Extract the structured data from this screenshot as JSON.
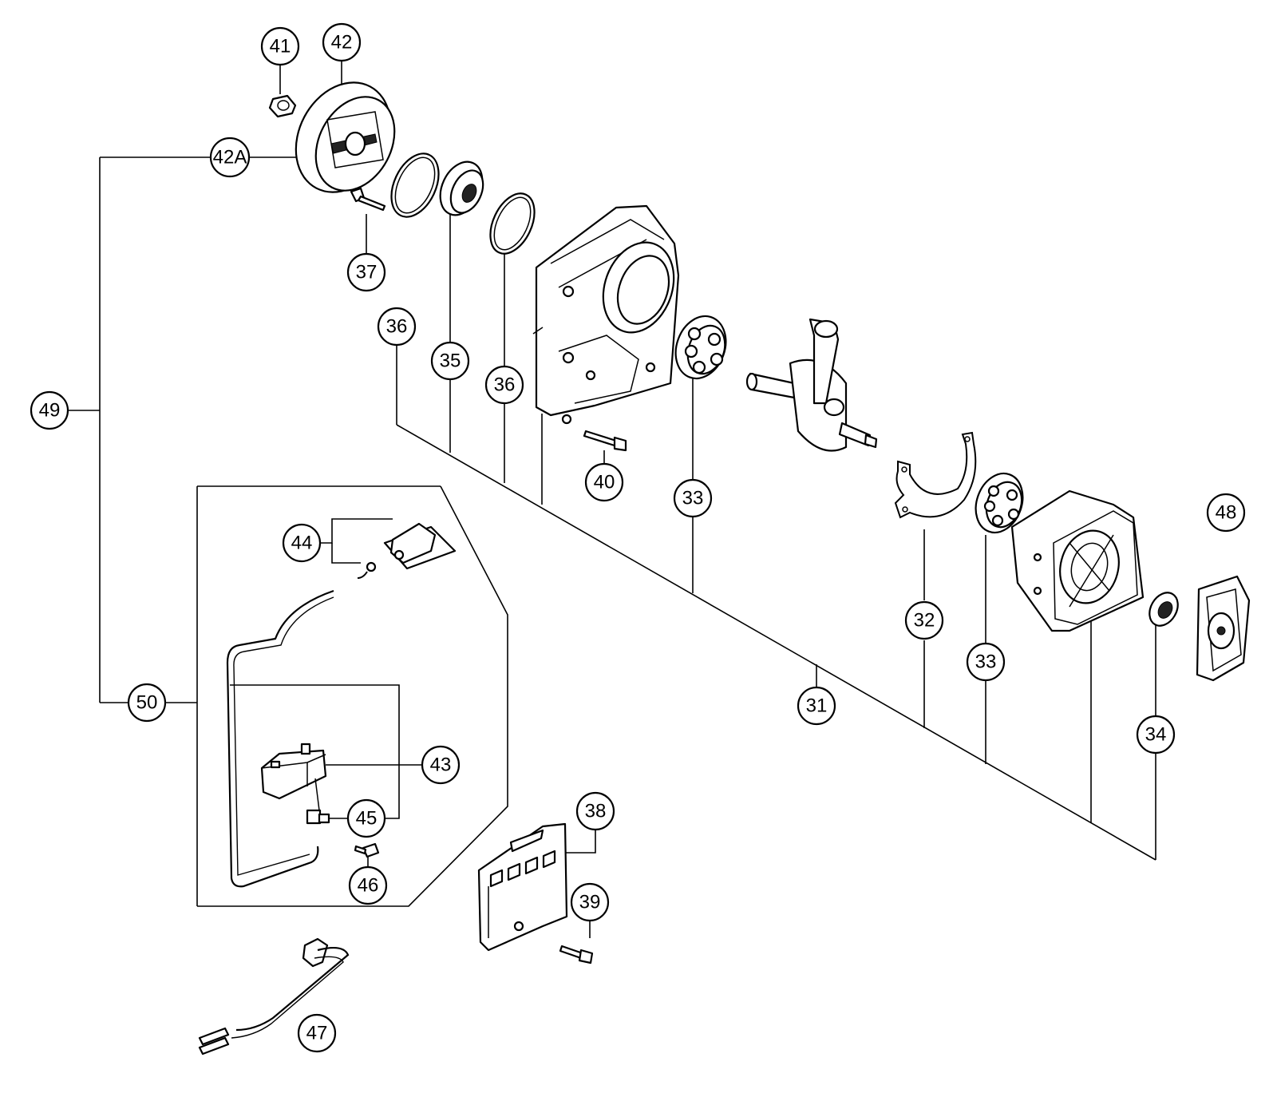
{
  "callouts": [
    {
      "id": "41",
      "label": "41"
    },
    {
      "id": "42",
      "label": "42"
    },
    {
      "id": "42A",
      "label": "42A"
    },
    {
      "id": "37",
      "label": "37"
    },
    {
      "id": "36a",
      "label": "36"
    },
    {
      "id": "35",
      "label": "35"
    },
    {
      "id": "36b",
      "label": "36"
    },
    {
      "id": "49",
      "label": "49"
    },
    {
      "id": "40",
      "label": "40"
    },
    {
      "id": "33a",
      "label": "33"
    },
    {
      "id": "44",
      "label": "44"
    },
    {
      "id": "48",
      "label": "48"
    },
    {
      "id": "32",
      "label": "32"
    },
    {
      "id": "33b",
      "label": "33"
    },
    {
      "id": "31",
      "label": "31"
    },
    {
      "id": "50",
      "label": "50"
    },
    {
      "id": "34",
      "label": "34"
    },
    {
      "id": "43",
      "label": "43"
    },
    {
      "id": "45",
      "label": "45"
    },
    {
      "id": "38",
      "label": "38"
    },
    {
      "id": "46",
      "label": "46"
    },
    {
      "id": "39",
      "label": "39"
    },
    {
      "id": "47",
      "label": "47"
    }
  ]
}
